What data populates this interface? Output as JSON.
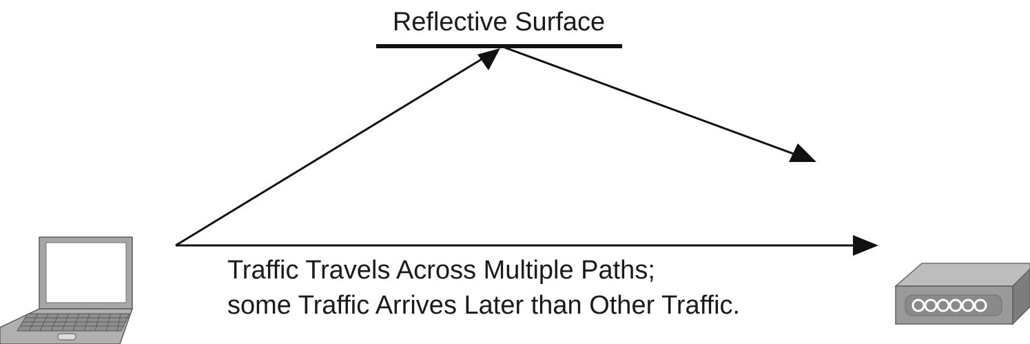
{
  "diagram": {
    "surface_label": "Reflective Surface",
    "caption_line1": "Traffic Travels Across Multiple Paths;",
    "caption_line2": "some Traffic Arrives Later than Other Traffic."
  },
  "icons": {
    "sender": "laptop-icon",
    "receiver": "wireless-access-point-icon"
  },
  "colors": {
    "line": "#111111",
    "device_gray": "#a6a6a6",
    "device_dark": "#6e6e6e"
  }
}
